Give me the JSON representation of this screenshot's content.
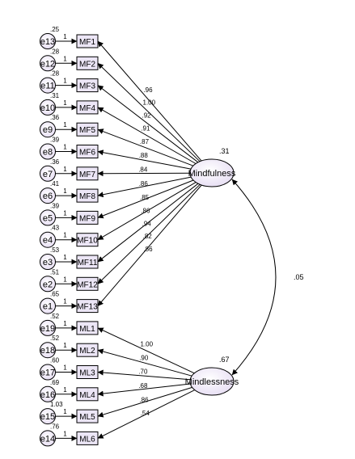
{
  "factors": [
    {
      "id": "mf",
      "label": "Mindfulness",
      "variance": ".31"
    },
    {
      "id": "ml",
      "label": "Mindlessness",
      "variance": ".67"
    }
  ],
  "covariance": ".05",
  "indicators": [
    {
      "label": "MF1",
      "factor": "mf",
      "loading": ".96",
      "error": "e13",
      "error_variance": ".25",
      "error_path": "1"
    },
    {
      "label": "MF2",
      "factor": "mf",
      "loading": "1.00",
      "error": "e12",
      "error_variance": ".28",
      "error_path": "1"
    },
    {
      "label": "MF3",
      "factor": "mf",
      "loading": ".92",
      "error": "e11",
      "error_variance": ".28",
      "error_path": "1"
    },
    {
      "label": "MF4",
      "factor": "mf",
      "loading": ".91",
      "error": "e10",
      "error_variance": ".31",
      "error_path": "1"
    },
    {
      "label": "MF5",
      "factor": "mf",
      "loading": ".87",
      "error": "e9",
      "error_variance": ".36",
      "error_path": "1"
    },
    {
      "label": "MF6",
      "factor": "mf",
      "loading": ".88",
      "error": "e8",
      "error_variance": ".39",
      "error_path": "1"
    },
    {
      "label": "MF7",
      "factor": "mf",
      "loading": ".84",
      "error": "e7",
      "error_variance": ".36",
      "error_path": "1"
    },
    {
      "label": "MF8",
      "factor": "mf",
      "loading": ".86",
      "error": "e6",
      "error_variance": ".41",
      "error_path": "1"
    },
    {
      "label": "MF9",
      "factor": "mf",
      "loading": ".85",
      "error": "e5",
      "error_variance": ".39",
      "error_path": "1"
    },
    {
      "label": "MF10",
      "factor": "mf",
      "loading": ".86",
      "error": "e4",
      "error_variance": ".43",
      "error_path": "1"
    },
    {
      "label": "MF11",
      "factor": "mf",
      "loading": ".94",
      "error": "e3",
      "error_variance": ".53",
      "error_path": "1"
    },
    {
      "label": "MF12",
      "factor": "mf",
      "loading": ".82",
      "error": "e2",
      "error_variance": ".51",
      "error_path": "1"
    },
    {
      "label": "MF13",
      "factor": "mf",
      "loading": ".86",
      "error": "e1",
      "error_variance": ".65",
      "error_path": "1"
    },
    {
      "label": "ML1",
      "factor": "ml",
      "loading": "1.00",
      "error": "e19",
      "error_variance": ".52",
      "error_path": "1"
    },
    {
      "label": "ML2",
      "factor": "ml",
      "loading": ".90",
      "error": "e18",
      "error_variance": ".52",
      "error_path": "1"
    },
    {
      "label": "ML3",
      "factor": "ml",
      "loading": ".70",
      "error": "e17",
      "error_variance": ".60",
      "error_path": "1"
    },
    {
      "label": "ML4",
      "factor": "ml",
      "loading": ".68",
      "error": "e16",
      "error_variance": ".69",
      "error_path": "1"
    },
    {
      "label": "ML5",
      "factor": "ml",
      "loading": ".86",
      "error": "e15",
      "error_variance": "1.03",
      "error_path": "1"
    },
    {
      "label": "ML6",
      "factor": "ml",
      "loading": ".54",
      "error": "e14",
      "error_variance": ".76",
      "error_path": "1"
    }
  ],
  "colors": {
    "latent_fill": "#ece6f6",
    "latent_fill_inner": "#f6f1fb",
    "observed_fill": "#ece6f6",
    "error_fill": "#ece6f6",
    "line": "#000000"
  }
}
